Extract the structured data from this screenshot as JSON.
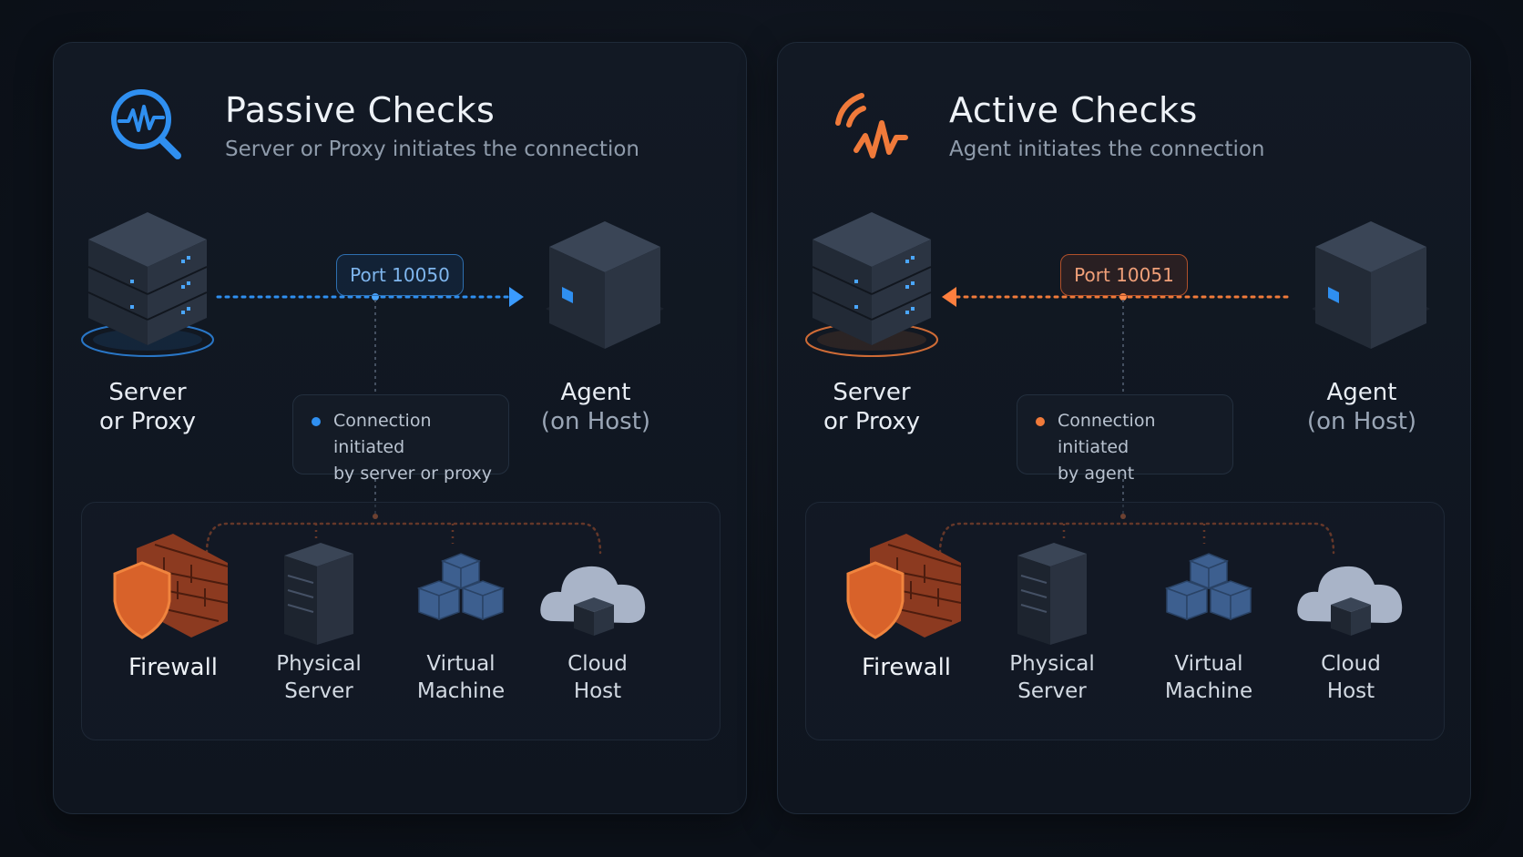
{
  "panels": [
    {
      "id": "passive",
      "title": "Passive Checks",
      "subtitle": "Server or Proxy initiates the connection",
      "port": "Port 10050",
      "connection_line1": "Connection initiated",
      "connection_line2": "by server or proxy",
      "server_line1": "Server",
      "server_line2": "or Proxy",
      "agent_line1": "Agent",
      "agent_line2": "(on Host)",
      "accent": "#2f8ff0"
    },
    {
      "id": "active",
      "title": "Active Checks",
      "subtitle": "Agent initiates the connection",
      "port": "Port 10051",
      "connection_line1": "Connection initiated",
      "connection_line2": "by agent",
      "server_line1": "Server",
      "server_line2": "or Proxy",
      "agent_line1": "Agent",
      "agent_line2": "(on Host)",
      "accent": "#f07a3a"
    }
  ],
  "devices": {
    "firewall": "Firewall",
    "physical_line1": "Physical",
    "physical_line2": "Server",
    "virtual_line1": "Virtual",
    "virtual_line2": "Machine",
    "cloud_line1": "Cloud",
    "cloud_line2": "Host"
  },
  "icons": {
    "passive_header": "magnifier-pulse-icon",
    "active_header": "signal-wave-icon",
    "server": "server-rack-icon",
    "agent": "host-box-icon",
    "firewall": "firewall-shield-icon",
    "physical": "tower-server-icon",
    "virtual": "cubes-icon",
    "cloud": "cloud-host-icon"
  }
}
